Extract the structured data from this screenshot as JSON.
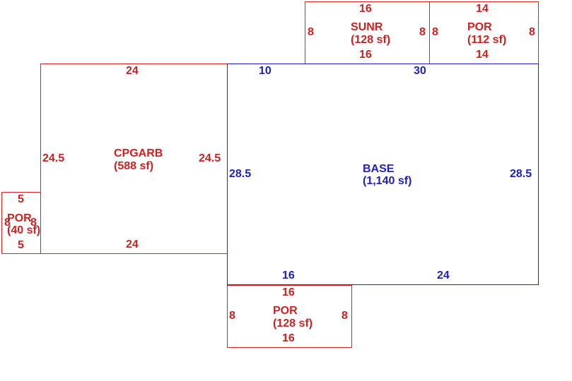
{
  "colors": {
    "garage_porch": "#cc2222",
    "base": "#2020bb"
  },
  "sunroom": {
    "name": "SUNR",
    "area": "(128 sf)",
    "top": "16",
    "bottom": "16",
    "left": "8",
    "right": "8"
  },
  "porch_top": {
    "name": "POR",
    "area": "(112 sf)",
    "top": "14",
    "bottom": "14",
    "left": "8",
    "right": "8"
  },
  "garage": {
    "name": "CPGARB",
    "area": "(588 sf)",
    "top": "24",
    "bottom": "24",
    "left": "24.5",
    "right": "24.5"
  },
  "base": {
    "name": "BASE",
    "area": "(1,140 sf)",
    "top_left": "10",
    "top_right": "30",
    "left": "28.5",
    "right": "28.5",
    "bottom_left": "16",
    "bottom_right": "24"
  },
  "porch_small": {
    "name": "POR",
    "area": "(40 sf)",
    "top": "5",
    "bottom": "5",
    "left": "8",
    "right": "8"
  },
  "porch_bottom": {
    "name": "POR",
    "area": "(128 sf)",
    "top": "16",
    "bottom": "16",
    "left": "8",
    "right": "8"
  }
}
